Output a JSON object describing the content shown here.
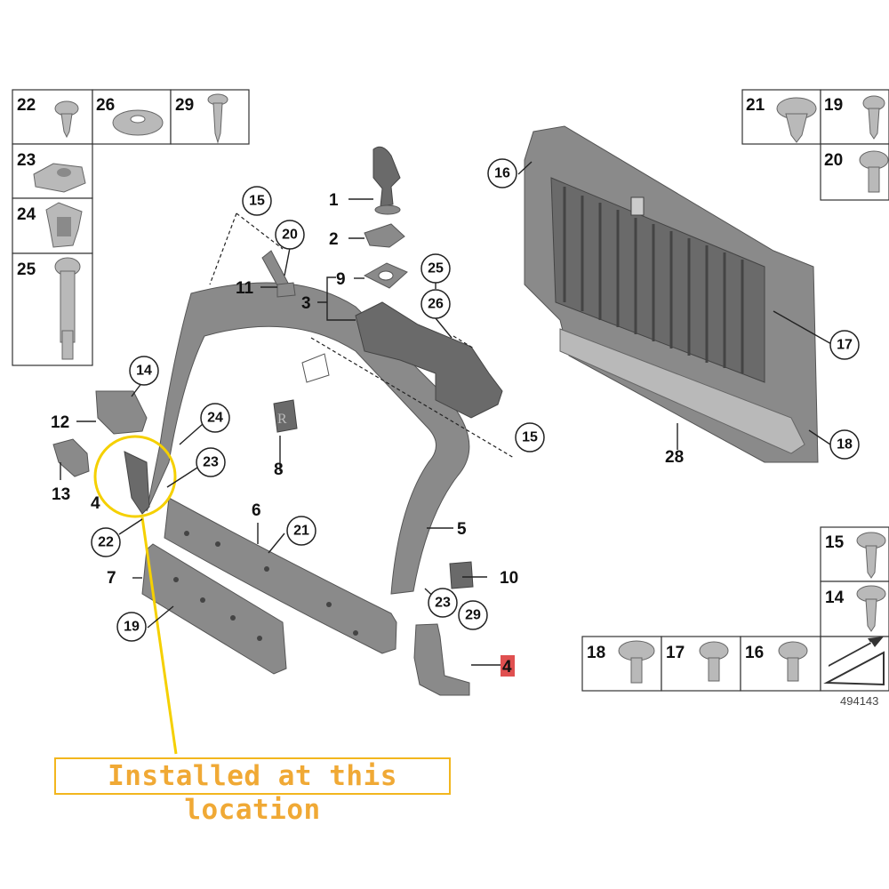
{
  "diagram_id": "494143",
  "callout": {
    "text": "Installed at this location",
    "color": "#f0a935",
    "border_color": "#f2b61e",
    "highlight_ring_color": "#f5d000"
  },
  "highlight_part_color": "#e05050",
  "hardware_boxes": {
    "top_left": [
      "22",
      "26",
      "29",
      "23",
      "24",
      "25"
    ],
    "top_right": [
      "21",
      "19",
      "20"
    ],
    "right_middle": [
      "15",
      "14"
    ],
    "bottom_row": [
      "18",
      "17",
      "16"
    ]
  },
  "callouts": {
    "p1": "1",
    "p2": "2",
    "p3": "3",
    "p4a": "4",
    "p4b": "4",
    "p5": "5",
    "p6": "6",
    "p7": "7",
    "p8": "8",
    "p9": "9",
    "p10": "10",
    "p11": "11",
    "p12": "12",
    "p13": "13",
    "c14": "14",
    "c15a": "15",
    "c15b": "15",
    "c16": "16",
    "c17": "17",
    "c18": "18",
    "c19": "19",
    "c20": "20",
    "c21": "21",
    "c22": "22",
    "c23a": "23",
    "c23b": "23",
    "c24": "24",
    "c25": "25",
    "c26": "26",
    "p28": "28",
    "c29": "29"
  }
}
